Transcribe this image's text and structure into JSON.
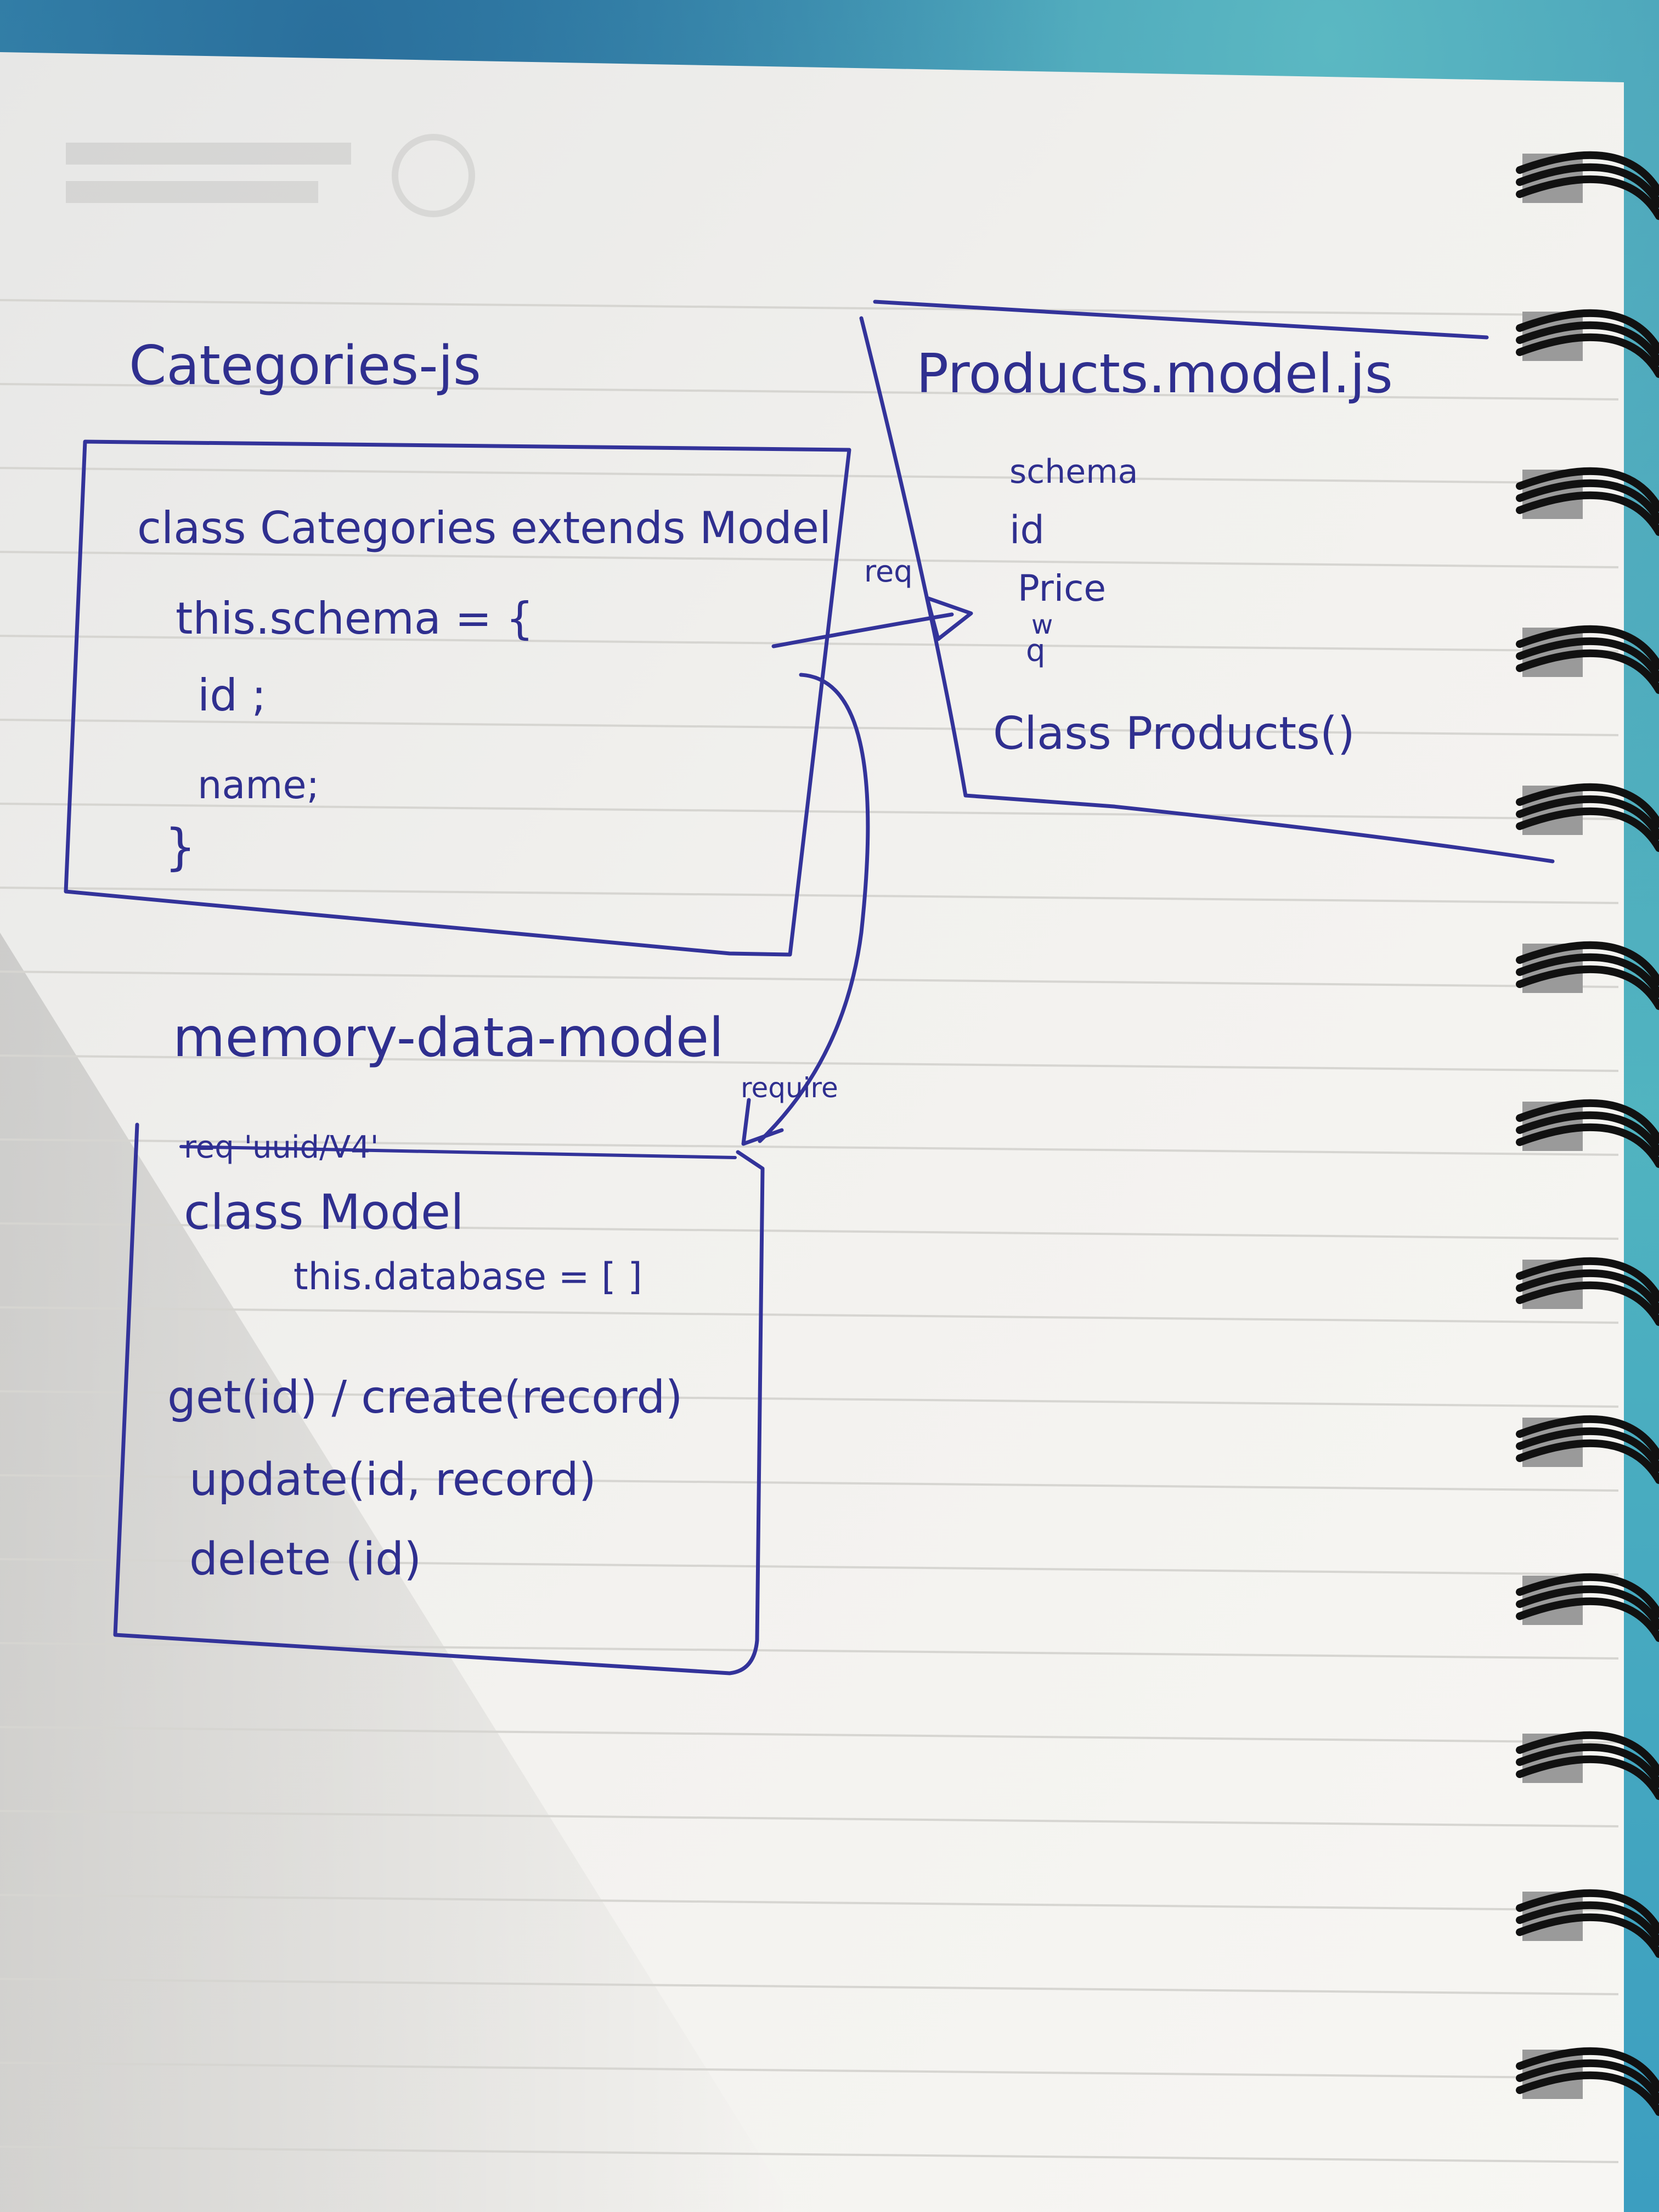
{
  "categories": {
    "title": "Categories-js",
    "lines": [
      "class Categories extends Model",
      "this.schema = {",
      "id ;",
      "name;",
      "}"
    ]
  },
  "products": {
    "title": "Products.model.js",
    "lines": [
      "schema",
      "id",
      "Price",
      "w",
      "q",
      "Class Products()"
    ]
  },
  "memory": {
    "title": "memory-data-model",
    "lines": [
      "req 'uuid/V4'",
      "class Model",
      "this.database = [ ]",
      "get(id) / create(record)",
      "update(id, record)",
      "delete (id)"
    ]
  },
  "arrows": {
    "to_products": "req",
    "to_memory": "require"
  },
  "colors": {
    "ink": "#33339a",
    "paper": "#f5f4f1",
    "rule": "#d9d8d4",
    "background": "#4fb3c0",
    "spiral": "#111111"
  }
}
